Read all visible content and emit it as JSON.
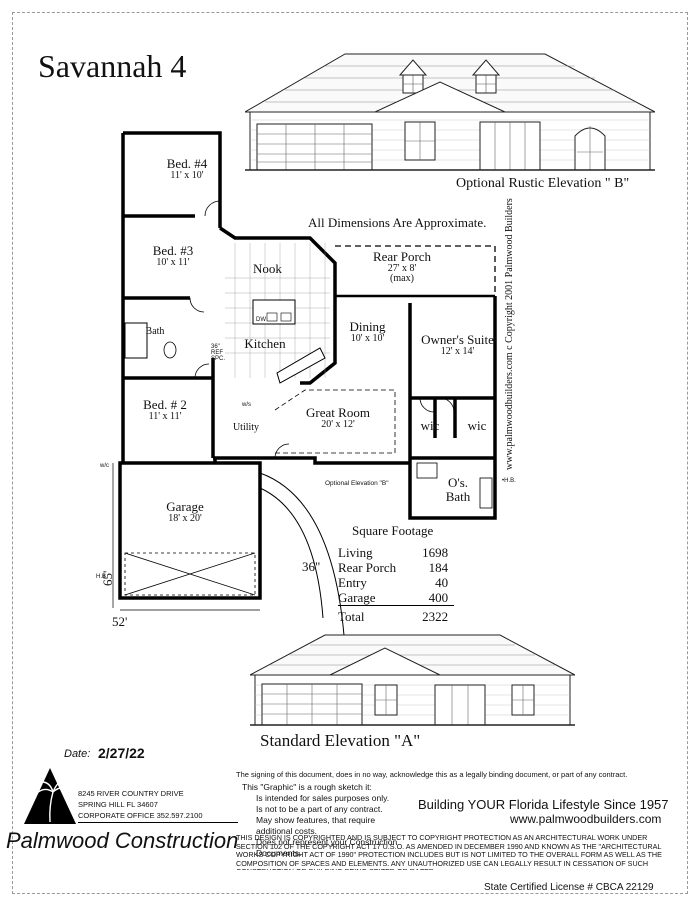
{
  "plan_title": "Savannah 4",
  "elevation_b_caption": "Optional Rustic Elevation \" B\"",
  "elevation_a_caption": "Standard Elevation \"A\"",
  "dimensions_note": "All Dimensions Are Approximate.",
  "copyright_vertical": "www.palmwoodbuilders.com  c  Copyright 2001 Palmwood Builders",
  "rooms": {
    "bed4": {
      "name": "Bed. #4",
      "size": "11' x 10'"
    },
    "bed3": {
      "name": "Bed. #3",
      "size": "10' x 11'"
    },
    "bed2": {
      "name": "Bed. # 2",
      "size": "11' x 11'"
    },
    "nook": {
      "name": "Nook"
    },
    "rear_porch": {
      "name": "Rear Porch",
      "size": "27' x 8'",
      "note": "(max)"
    },
    "bath": {
      "name": "Bath"
    },
    "kitchen": {
      "name": "Kitchen"
    },
    "dining": {
      "name": "Dining",
      "size": "10' x 10'"
    },
    "owners_suite": {
      "name": "Owner's Suite",
      "size": "12' x 14'"
    },
    "great_room": {
      "name": "Great Room",
      "size": "20' x 12'"
    },
    "wic1": {
      "name": "wic"
    },
    "wic2": {
      "name": "wic"
    },
    "utility": {
      "name": "Utility"
    },
    "os_bath": {
      "name": "O's.",
      "name2": "Bath"
    },
    "garage": {
      "name": "Garage",
      "size": "18' x 20'"
    }
  },
  "small_labels": {
    "dw": "DW",
    "ref_spc": "36\" REF SPC.",
    "ws": "w/s",
    "wc": "w/c",
    "optional_elev_b": "Optional Elevation \"B\"",
    "hb": "H.B.",
    "hb2": "•H.B."
  },
  "dimensions": {
    "drive_width": "36\"",
    "garage_depth": "65'",
    "garage_width": "52'"
  },
  "square_footage": {
    "heading": "Square Footage",
    "rows": [
      {
        "label": "Living",
        "value": "1698"
      },
      {
        "label": "Rear Porch",
        "value": "184"
      },
      {
        "label": "Entry",
        "value": "40"
      },
      {
        "label": "Garage",
        "value": "400"
      }
    ],
    "total_label": "Total",
    "total_value": "2322"
  },
  "date_label": "Date:",
  "date_value": "2/27/22",
  "address": {
    "line1": "8245 RIVER COUNTRY DRIVE",
    "line2": "SPRING HILL FL 34607",
    "line3": "CORPORATE OFFICE 352.597.2100"
  },
  "company_name": "Palmwood Construction",
  "signing_note": "The signing of this document, does in no way, acknowledge this as a legally binding document, or part of any contract.",
  "sketch_heading": "This \"Graphic\" is a rough sketch it:",
  "sketch_items": [
    "Is intended for sales purposes only.",
    "Is not to be a part of any contract.",
    "May show features, that require additional costs.",
    "Does not represent your Construction Documents."
  ],
  "tagline": "Building YOUR Florida Lifestyle Since 1957",
  "website": "www.palmwoodbuilders.com",
  "legal_text": "THIS DESIGN IS COPYRIGHTED AND IS SUBJECT TO COPYRIGHT PROTECTION AS AN ARCHITECTURAL WORK UNDER SECTION 102 OF THE COPYRIGHT ACT 17 U.S.O. AS AMENDED IN DECEMBER 1990 AND KNOWN AS THE \"ARCHITECTURAL WORKS COPYRIGHT ACT OF 1990\" PROTECTION INCLUDES BUT IS NOT LIMITED TO THE OVERALL FORM AS WELL AS THE COMPOSITION OF SPACES AND ELEMENTS. ANY UNAUTHORIZED USE CAN LEGALLY RESULT IN CESSATION OF SUCH CONSTRUCTION OR BUILDING BEING SEIZED OR RAZED.",
  "license": "State Certified License # CBCA 22129"
}
